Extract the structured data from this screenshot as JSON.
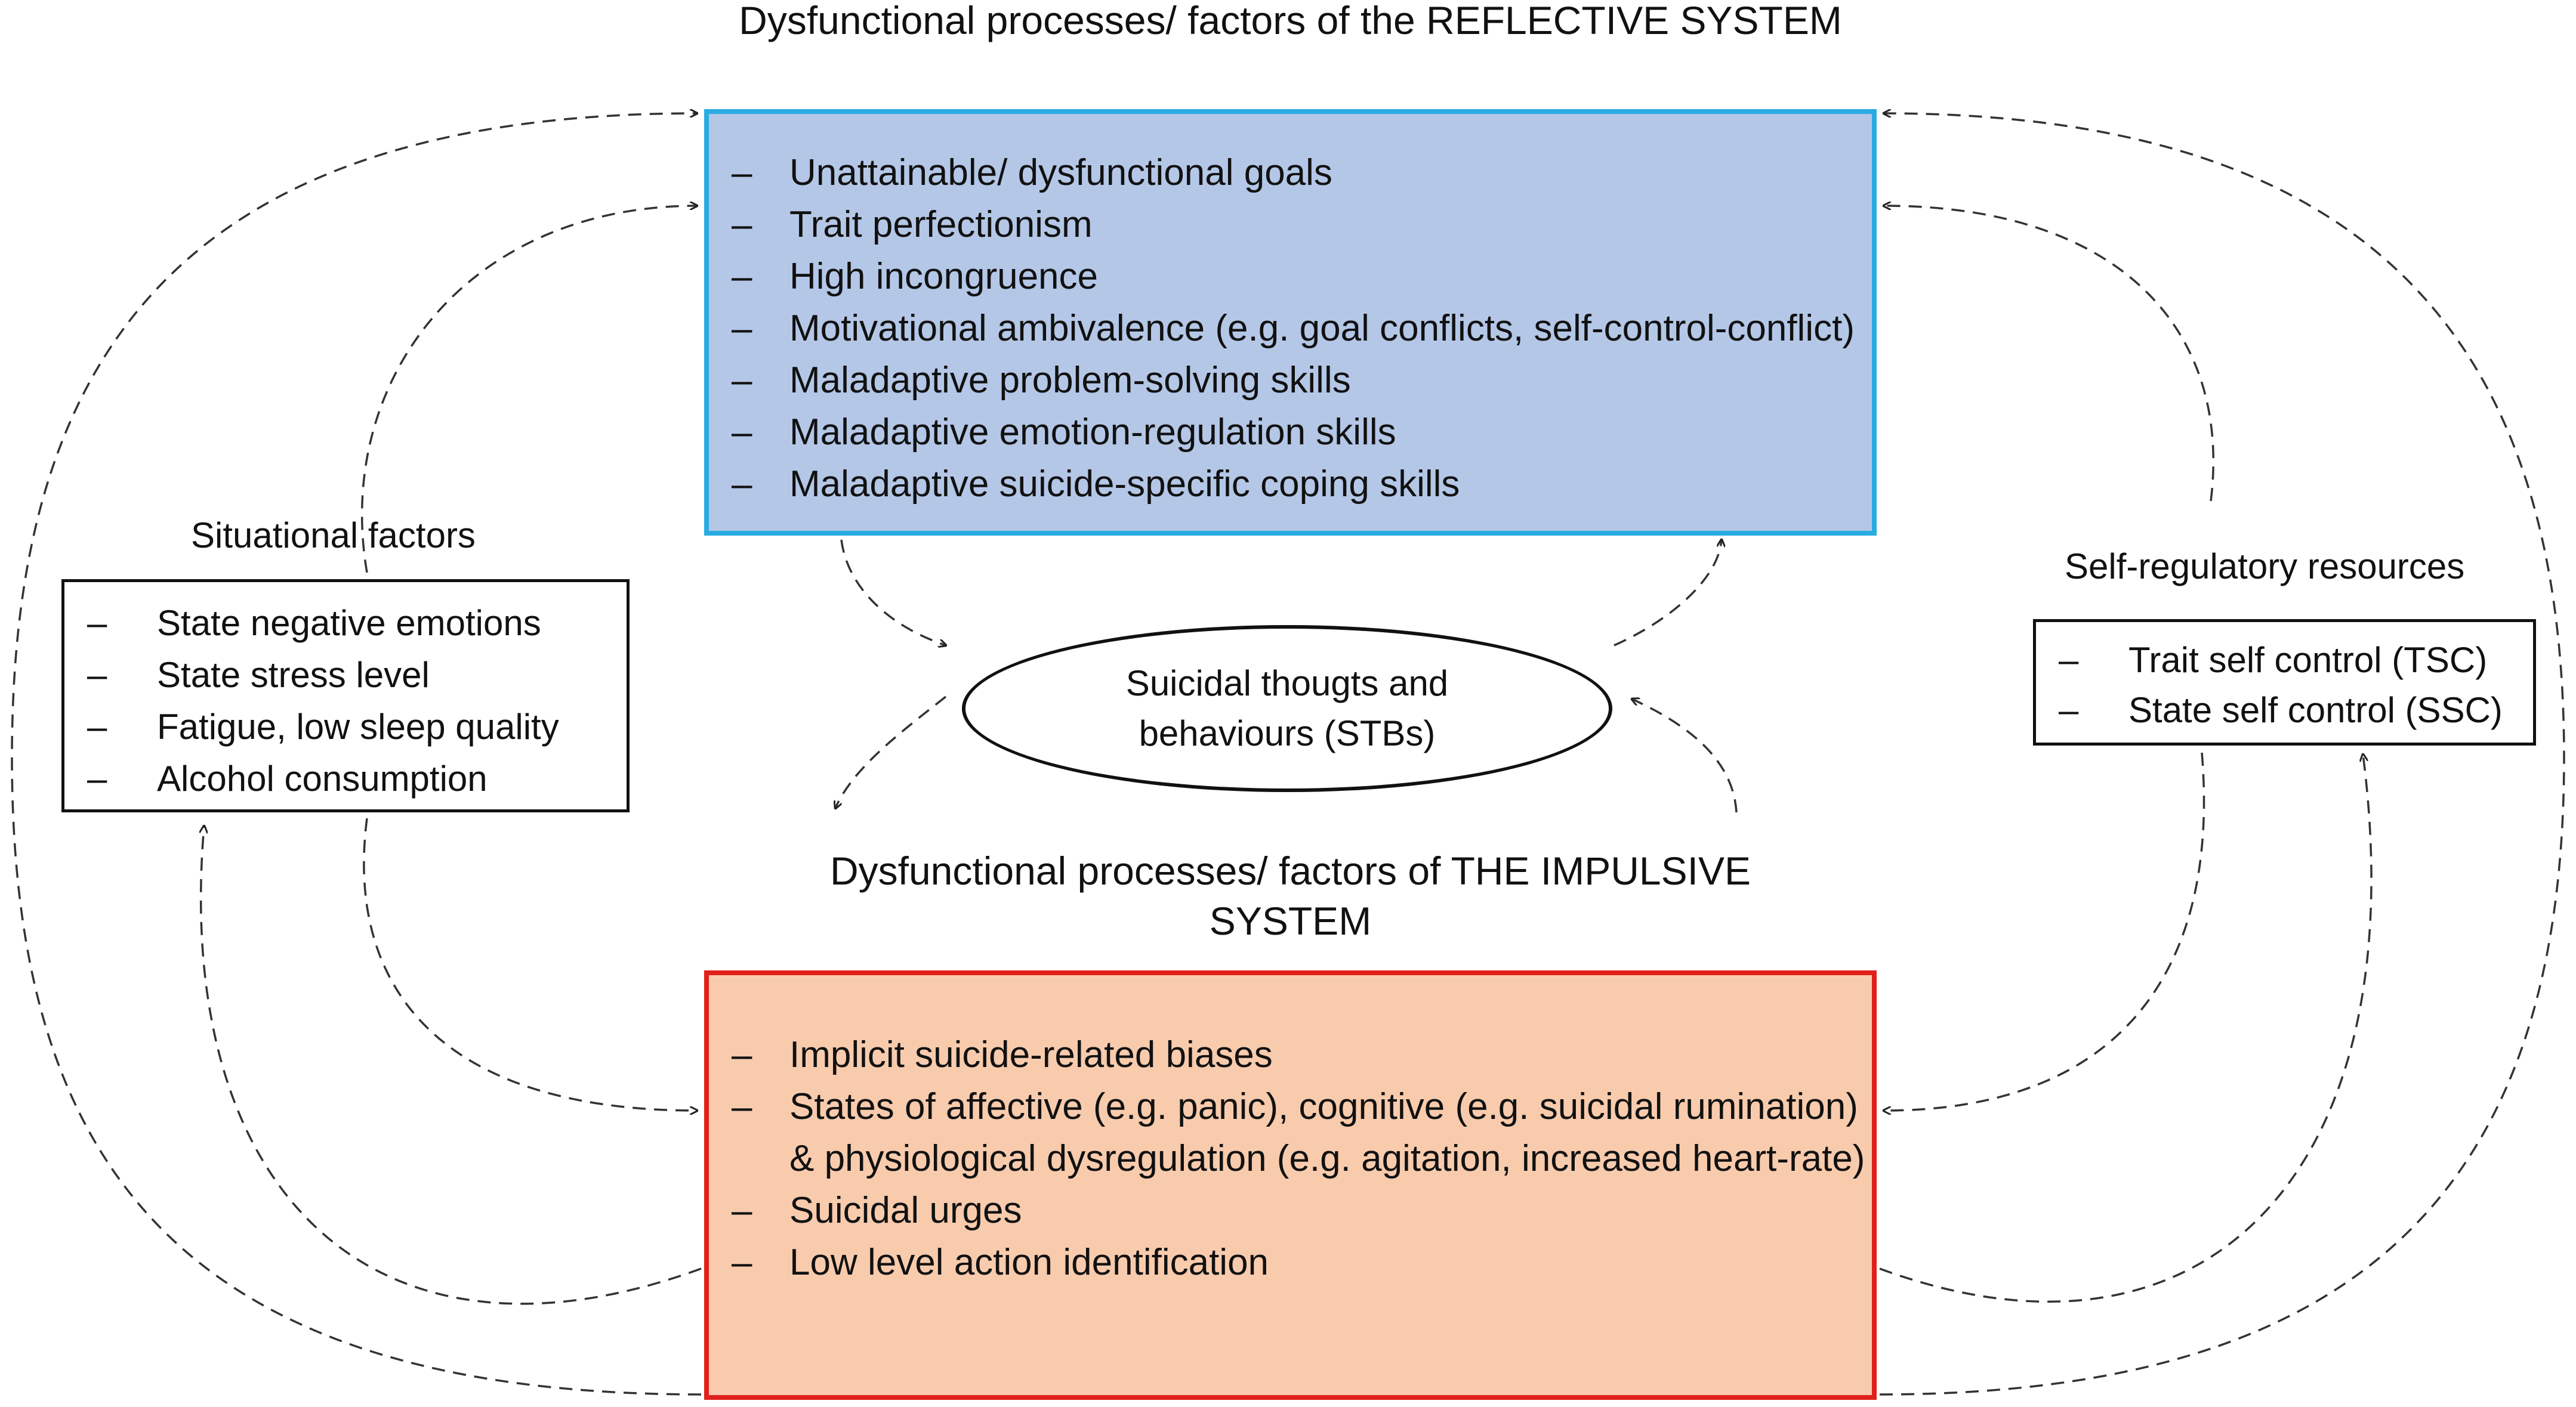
{
  "reflective": {
    "title": "Dysfunctional processes/ factors of the REFLECTIVE SYSTEM",
    "items": [
      "Unattainable/ dysfunctional goals",
      "Trait perfectionism",
      "High incongruence",
      "Motivational ambivalence (e.g. goal conflicts, self-control-conflict)",
      "Maladaptive problem-solving skills",
      "Maladaptive emotion-regulation skills",
      "Maladaptive suicide-specific coping skills"
    ],
    "fill_color": "#b4c7e7",
    "border_color": "#29abe2"
  },
  "impulsive": {
    "title": "Dysfunctional processes/ factors of THE IMPULSIVE SYSTEM",
    "item_1": "Implicit suicide-related biases",
    "item_2_line_1": "States of affective (e.g. panic), cognitive (e.g. suicidal rumination)",
    "item_2_line_2": "& physiological dysregulation (e.g. agitation, increased heart-rate)",
    "item_3": "Suicidal urges",
    "item_4": "Low level action identification",
    "fill_color": "#f8cbad",
    "border_color": "#e0201b"
  },
  "situational": {
    "title": "Situational factors",
    "items": [
      "State negative emotions",
      "State stress level",
      "Fatigue, low sleep quality",
      "Alcohol consumption"
    ]
  },
  "self_regulatory": {
    "title": "Self-regulatory resources",
    "items": [
      "Trait self control (TSC)",
      "State self control (SSC)"
    ]
  },
  "center": {
    "label": "Suicidal thougts and behaviours (STBs)"
  },
  "bullet_glyph": "–",
  "connector_style": "dashed-arrow"
}
